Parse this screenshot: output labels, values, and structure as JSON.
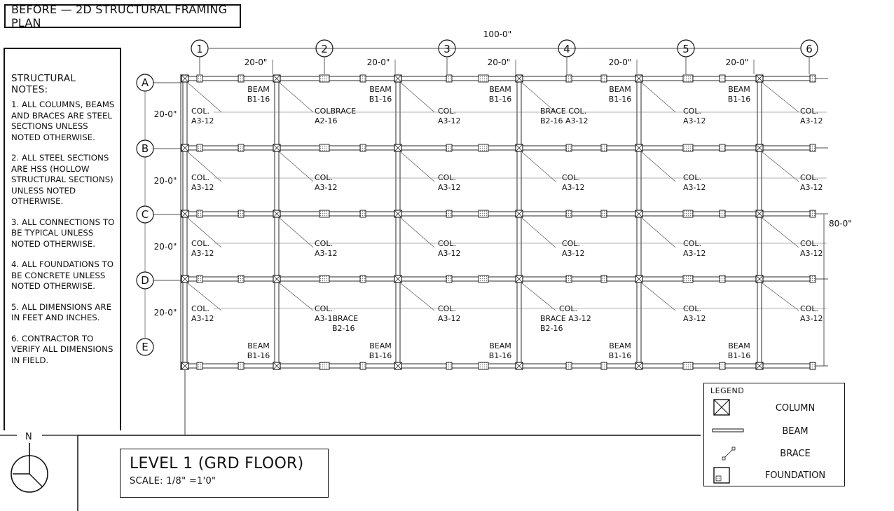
{
  "title": "BEFORE — 2D STRUCTURAL FRAMING PLAN",
  "notes": {
    "heading": "STRUCTURAL NOTES:",
    "items": [
      "1. ALL COLUMNS, BEAMS AND BRACES ARE STEEL SECTIONS UNLESS NOTED OTHERWISE.",
      "2. ALL STEEL SECTIONS ARE HSS (HOLLOW STRUCTURAL SECTIONS) UNLESS NOTED OTHERWISE.",
      "3. ALL CONNECTIONS TO BE TYPICAL UNLESS NOTED OTHERWISE.",
      "4. ALL FOUNDATIONS TO BE CONCRETE UNLESS NOTED OTHERWISE.",
      "5. ALL DIMENSIONS ARE IN FEET AND INCHES.",
      "6. CONTRACTOR TO VERIFY ALL DIMENSIONS IN FIELD."
    ]
  },
  "grid": {
    "columns": [
      "1",
      "2",
      "3",
      "4",
      "5",
      "6"
    ],
    "rows": [
      "A",
      "B",
      "C",
      "D",
      "E"
    ],
    "overall_width": "100-0\"",
    "overall_height": "80-0\"",
    "bay_width": "20-0\"",
    "bay_height": "20-0\""
  },
  "beam_labels": [
    "BEAM",
    "B1-16"
  ],
  "col_labels": [
    "COL.",
    "A3-12"
  ],
  "special_labels": {
    "colbrace": "COLBRACE",
    "a216": "A2-16",
    "brace_col": "BRACE COL.",
    "b216_a312": "B2-16 A3-12",
    "a31brace": "A3-1BRACE",
    "b216": "B2-16",
    "brace_a3": "BRACE A3-12"
  },
  "level": {
    "title": "LEVEL 1 (GRD FLOOR)",
    "scale": "SCALE: 1/8\" =1'0\""
  },
  "legend": {
    "title": "LEGEND",
    "items": [
      {
        "symbol": "column-icon",
        "label": "COLUMN"
      },
      {
        "symbol": "beam-icon",
        "label": "BEAM"
      },
      {
        "symbol": "brace-icon",
        "label": "BRACE"
      },
      {
        "symbol": "foundation-icon",
        "label": "FOUNDATION"
      }
    ]
  },
  "north": "N",
  "colors": {
    "ink": "#111111",
    "hatch": "#555555"
  }
}
